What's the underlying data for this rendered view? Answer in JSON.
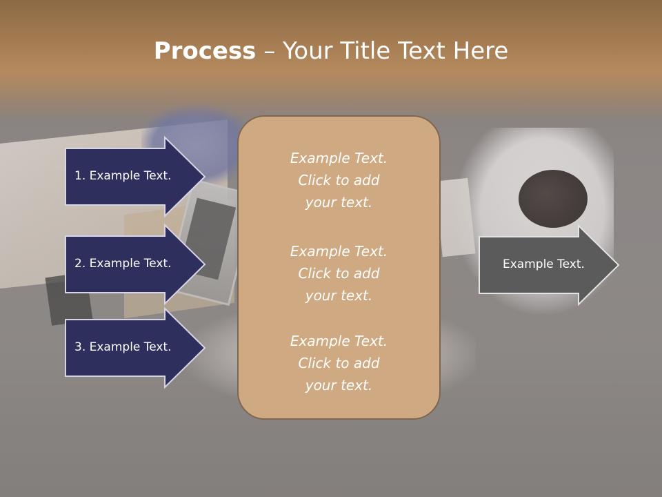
{
  "slide": {
    "title_bold": "Process",
    "title_rest": " – Your Title Text Here"
  },
  "left_arrows": [
    {
      "label": "1. Example Text."
    },
    {
      "label": "2. Example Text."
    },
    {
      "label": "3. Example Text."
    }
  ],
  "center_box": {
    "items": [
      {
        "line1": "Example Text.",
        "line2": "Click  to add",
        "line3": "your text."
      },
      {
        "line1": "Example Text.",
        "line2": "Click  to add",
        "line3": "your text."
      },
      {
        "line1": "Example Text.",
        "line2": "Click  to add",
        "line3": "your text."
      }
    ]
  },
  "right_arrow": {
    "label": "Example Text."
  },
  "colors": {
    "left_arrow_fill": "#2f2f5e",
    "right_arrow_fill": "#5b5b5b",
    "center_box_fill": "#cfa981",
    "header_band": "#a57c52"
  }
}
